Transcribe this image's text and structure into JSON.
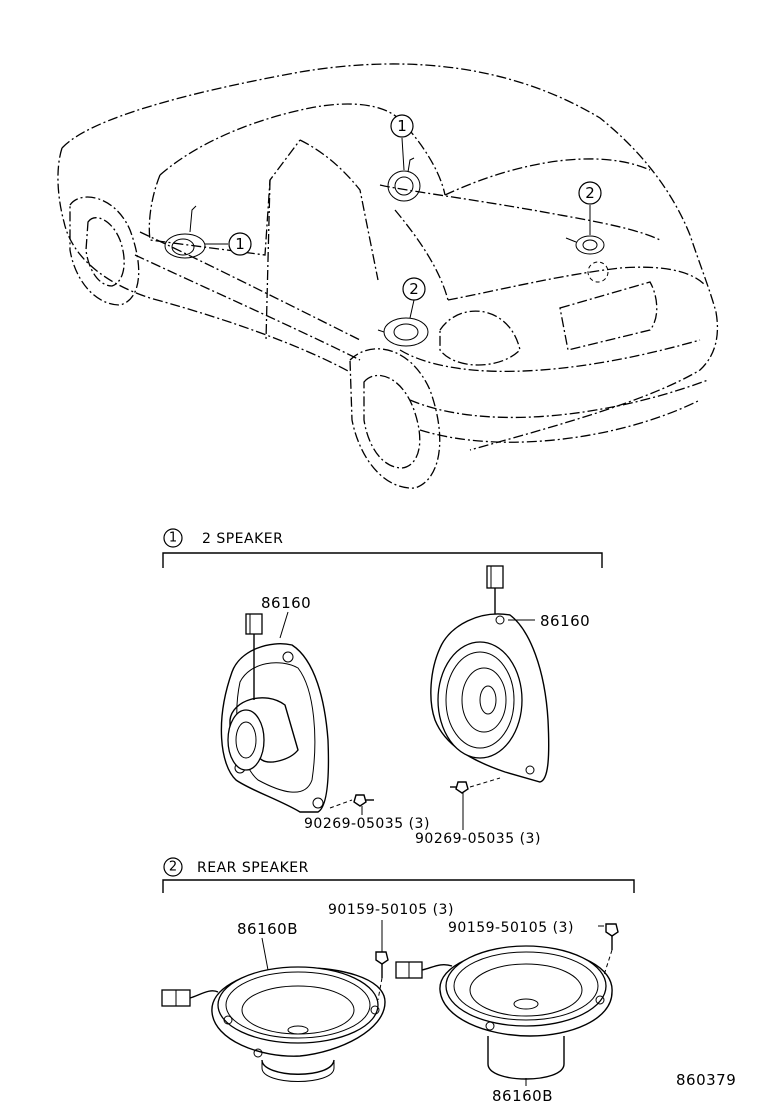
{
  "callouts": {
    "one": "1",
    "two": "2"
  },
  "sections": {
    "front": {
      "number": "1",
      "title": "2 SPEAKER"
    },
    "rear": {
      "number": "2",
      "title": "REAR SPEAKER"
    }
  },
  "parts": {
    "front_left_part": "86160",
    "front_right_part": "86160",
    "front_left_screw": "90269-05035 (3)",
    "front_right_screw": "90269-05035 (3)",
    "rear_left_bolt": "90159-50105 (3)",
    "rear_right_bolt": "90159-50105 (3)",
    "rear_left_part": "86160B",
    "rear_right_part": "86160B"
  },
  "figure_id": "860379"
}
